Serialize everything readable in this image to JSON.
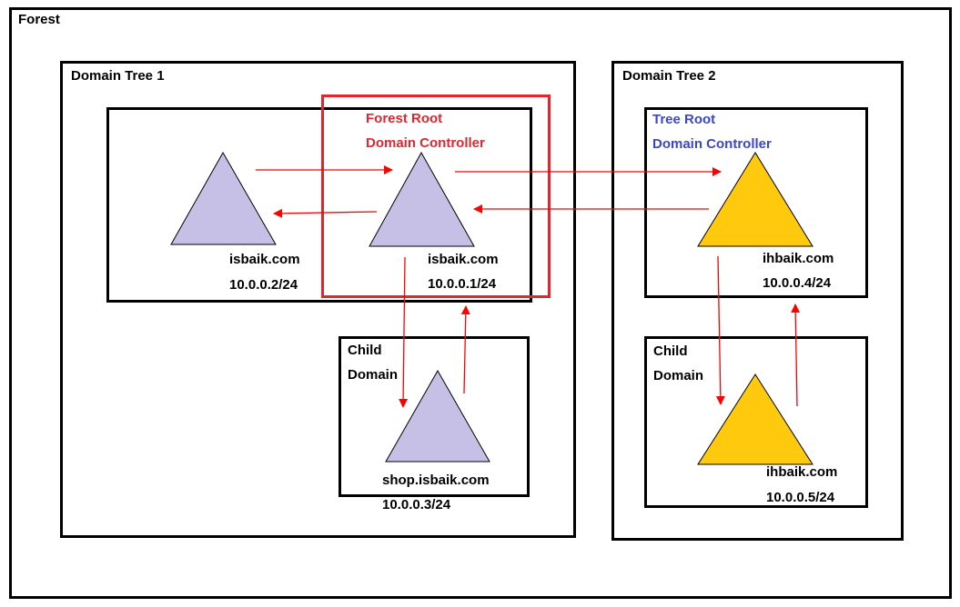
{
  "forest": {
    "label": "Forest"
  },
  "tree1": {
    "label": "Domain Tree 1",
    "root_dc": {
      "line1": "Forest Root",
      "line2": "Domain Controller",
      "color": "#e0262e"
    },
    "dc_left": {
      "name": "isbaik.com",
      "ip": "10.0.0.2/24",
      "color": "#c7c0e6"
    },
    "dc_root": {
      "name": "isbaik.com",
      "ip": "10.0.0.1/24",
      "color": "#c7c0e6"
    },
    "child": {
      "line1": "Child",
      "line2": "Domain",
      "name": "shop.isbaik.com",
      "ip": "10.0.0.3/24",
      "color": "#c7c0e6"
    }
  },
  "tree2": {
    "label": "Domain Tree 2",
    "root_dc": {
      "line1": "Tree Root",
      "line2": "Domain Controller",
      "color": "#3b47c4"
    },
    "dc_root": {
      "name": "ihbaik.com",
      "ip": "10.0.0.4/24",
      "color": "#ffc90e"
    },
    "child": {
      "line1": "Child",
      "line2": "Domain",
      "name": "ihbaik.com",
      "ip": "10.0.0.5/24",
      "color": "#ffc90e"
    }
  },
  "arrow_color": "#ff0000"
}
